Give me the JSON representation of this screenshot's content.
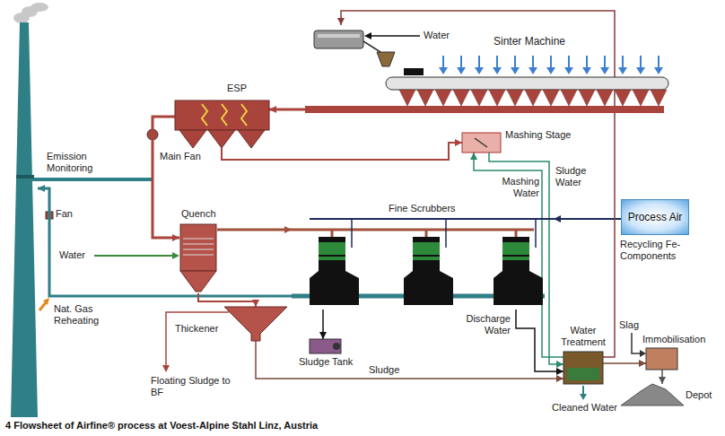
{
  "diagram": {
    "caption": "4 Flowsheet of Airfine® process at Voest-Alpine Stahl Linz, Austria",
    "nodes": [
      {
        "text": [
          "Emission Monitoring"
        ]
      },
      {
        "text": [
          "Sinter Machine"
        ]
      },
      {
        "text": [
          "ESP"
        ]
      },
      {
        "text": [
          "Mashing Stage"
        ]
      },
      {
        "text": [
          "Quench"
        ]
      },
      {
        "text": [
          "Fine Scrubbers"
        ]
      },
      {
        "text": [
          "Process Air"
        ]
      },
      {
        "text": [
          "Thickener"
        ]
      },
      {
        "text": [
          "Sludge Tank"
        ]
      },
      {
        "text": [
          "Water Treatment"
        ]
      },
      {
        "text": [
          "Immobilisation"
        ]
      },
      {
        "text": [
          "Depot"
        ]
      }
    ],
    "edges": [
      {
        "from": 5,
        "to": 0,
        "arrow": "to"
      },
      {
        "from": 1,
        "to": 2,
        "arrow": "to"
      },
      {
        "from": 2,
        "to": 4,
        "arrow": "to"
      },
      {
        "from": 2,
        "to": 3,
        "arrow": "to"
      },
      {
        "from": 4,
        "to": 5,
        "arrow": "to"
      },
      {
        "from": 6,
        "to": 5,
        "arrow": "to"
      },
      {
        "from": 3,
        "to": 9,
        "label": "Sludge Water",
        "arrow": "to"
      },
      {
        "from": 9,
        "to": 3,
        "label": "Mashing Water",
        "arrow": "to"
      },
      {
        "from": 4,
        "to": 7,
        "arrow": "to"
      },
      {
        "from": 7,
        "to": 9,
        "label": "Sludge",
        "arrow": "to"
      },
      {
        "from": 5,
        "to": 8,
        "arrow": "to"
      },
      {
        "from": 5,
        "to": 9,
        "label": "Discharge Water",
        "arrow": "to"
      },
      {
        "from": 9,
        "to": 10,
        "arrow": "to"
      },
      {
        "from": 10,
        "to": 11,
        "arrow": "to"
      },
      {
        "from": 9,
        "to": 1,
        "label": "Recycling Fe-Components",
        "arrow": "to"
      }
    ],
    "labels": [
      "Water",
      "Main Fan",
      "Fan",
      "Water",
      "Nat. Gas Reheating",
      "Slag",
      "Floating Sludge to BF",
      "Cleaned Water"
    ]
  }
}
